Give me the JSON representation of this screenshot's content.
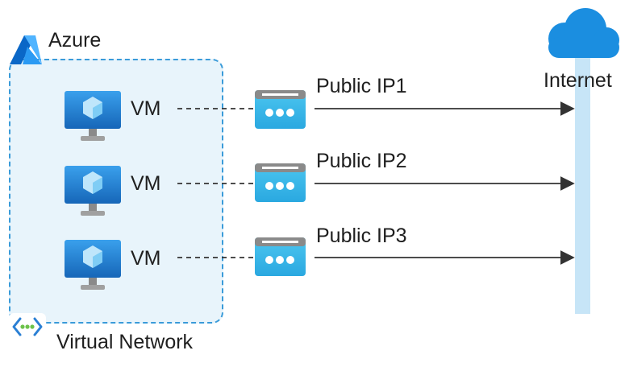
{
  "cloud": {
    "name": "Azure"
  },
  "network": {
    "label": "Virtual Network"
  },
  "internet": {
    "label": "Internet"
  },
  "vms": [
    {
      "label": "VM",
      "public_ip": "Public IP1"
    },
    {
      "label": "VM",
      "public_ip": "Public IP2"
    },
    {
      "label": "VM",
      "public_ip": "Public IP3"
    }
  ],
  "colors": {
    "vnet_fill": "#e8f4fb",
    "vnet_border": "#3a9bd9",
    "vm_blue": "#1f7fcb",
    "ip_blue": "#39b5e6",
    "internet_bar": "#c7e5f7",
    "cloud": "#1b8ee0"
  },
  "icons": [
    "azure-logo-icon",
    "vm-icon",
    "public-ip-icon",
    "cloud-icon",
    "virtual-network-icon",
    "arrow-icon"
  ]
}
